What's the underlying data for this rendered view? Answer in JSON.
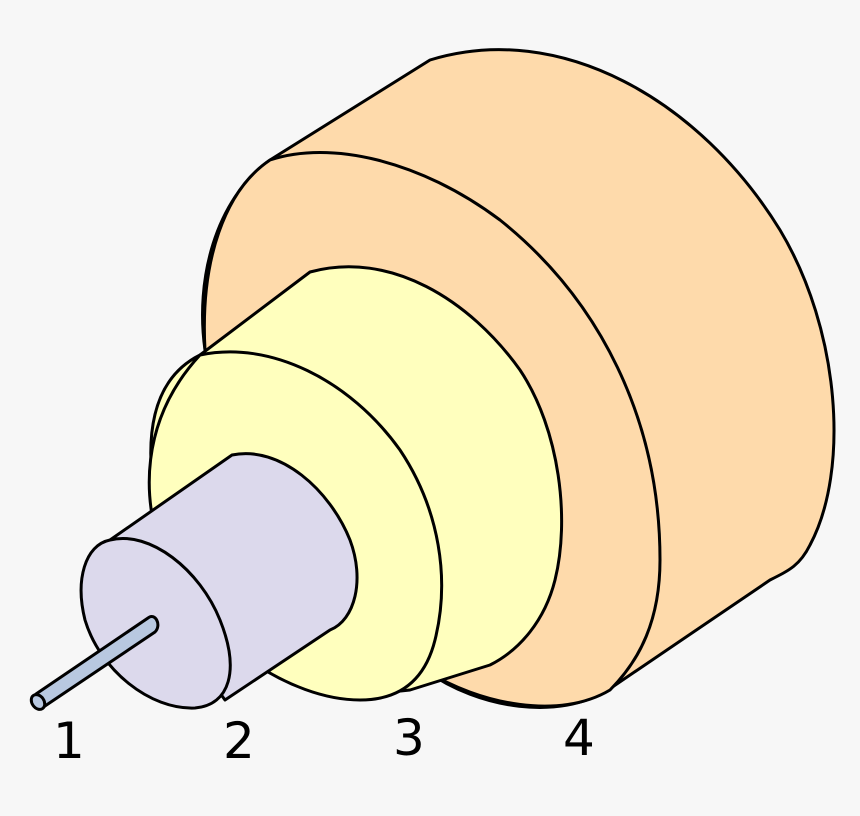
{
  "diagram": {
    "description": "Cross-section cutaway of a cable / optical fiber showing four concentric layers",
    "layers": [
      {
        "id": "1",
        "label": "1",
        "color": "#b8c8e0"
      },
      {
        "id": "2",
        "label": "2",
        "color": "#dcd9ec"
      },
      {
        "id": "3",
        "label": "3",
        "color": "#ffffbe"
      },
      {
        "id": "4",
        "label": "4",
        "color": "#fedaab"
      }
    ],
    "background": "#f7f7f7",
    "stroke": "#000000"
  }
}
